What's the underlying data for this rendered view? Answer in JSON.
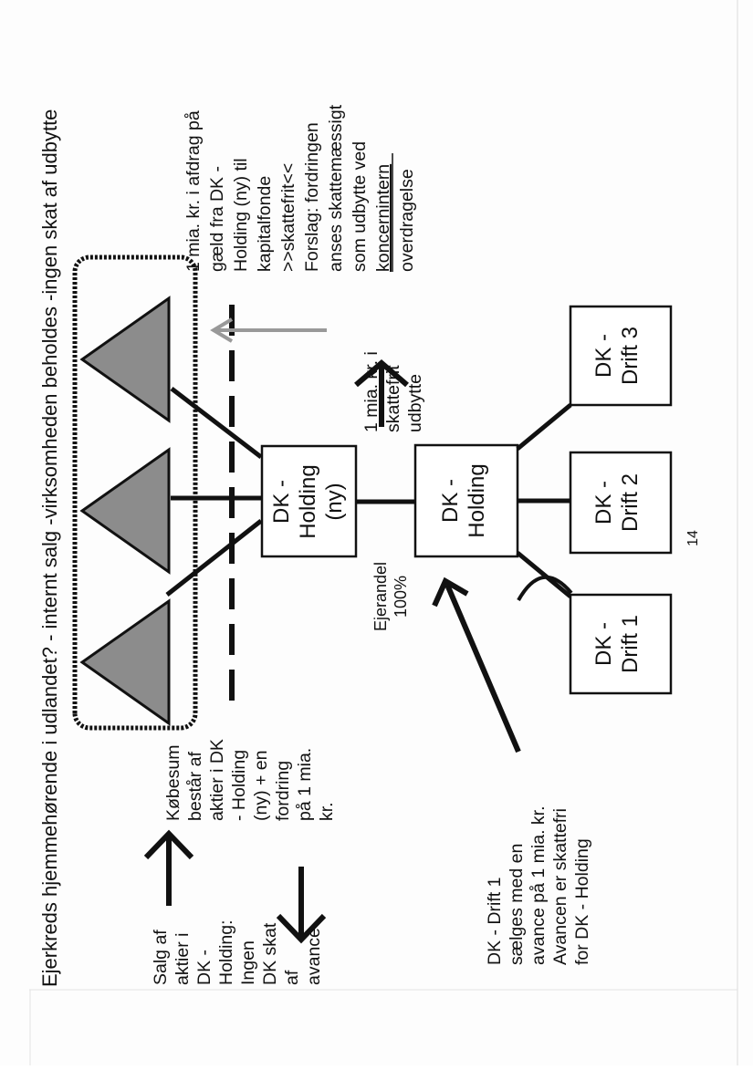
{
  "title": "Ejerkreds hjemmehørende i udlandet? - internt salg -virksomheden beholdes -ingen skat af udbytte",
  "left_note": {
    "lines": [
      "Salg af",
      "aktier i",
      "DK -",
      "Holding:",
      "Ingen",
      "DK skat",
      "af",
      "avance"
    ]
  },
  "purchase_note": {
    "lines": [
      "Købesum",
      "består af",
      "aktier i DK",
      "- Holding",
      "(ny) + en",
      "fordring",
      "på 1 mia.",
      "kr."
    ]
  },
  "boxes": {
    "holding_ny": {
      "lines": [
        "DK -",
        "Holding",
        "(ny)"
      ]
    },
    "holding": {
      "lines": [
        "DK -",
        "Holding"
      ]
    },
    "drift1": {
      "lines": [
        "DK -",
        "Drift 1"
      ]
    },
    "drift2": {
      "lines": [
        "DK -",
        "Drift 2"
      ]
    },
    "drift3": {
      "lines": [
        "DK -",
        "Drift 3"
      ]
    }
  },
  "ownership_label": {
    "lines": [
      "Ejerandel",
      "100%"
    ]
  },
  "dividend_label": {
    "lines": [
      "1 mia. kr. i",
      "skattefrit",
      "udbytte"
    ]
  },
  "repayment_note": {
    "lines": [
      "1 mia. kr. i afdrag på",
      "gæld fra DK -",
      "Holding (ny) til",
      "kapitalfonde",
      ">>skattefrit<<",
      "Forslag: fordringen",
      "anses skattemæssigt",
      "som udbytte ved"
    ],
    "underlined_line": "koncernintern",
    "last_line": "overdragelse"
  },
  "sale_note": {
    "lines": [
      "DK - Drift 1",
      "sælges med en",
      "avance på 1 mia. kr.",
      "Avancen er skattefri",
      "for DK - Holding"
    ]
  },
  "page_number": "14",
  "colors": {
    "triangle_fill": "#8c8c8c",
    "arrow_grey": "#999999",
    "line": "#111111"
  }
}
